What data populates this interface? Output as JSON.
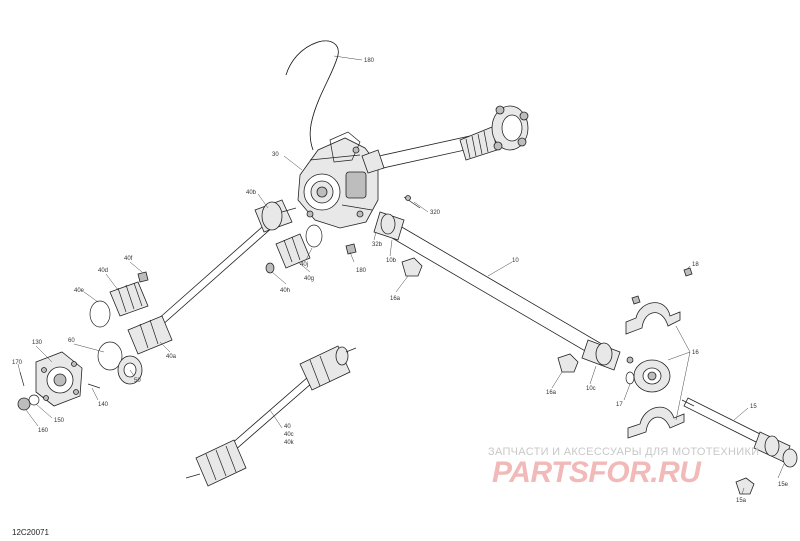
{
  "diagram": {
    "reference_code": "12C20071",
    "callouts": [
      "180",
      "30",
      "40b",
      "320",
      "32b",
      "10b",
      "10",
      "180",
      "16a",
      "18",
      "40f",
      "40d",
      "40e",
      "40j",
      "40h",
      "40g",
      "40a",
      "60",
      "130",
      "170",
      "50",
      "140",
      "150",
      "160",
      "40",
      "40c",
      "40k",
      "16a",
      "10c",
      "16",
      "17",
      "15",
      "15e",
      "15a"
    ]
  },
  "watermark": {
    "tagline": "ЗАПЧАСТИ И АКСЕССУАРЫ ДЛЯ МОТОТЕХНИКИ",
    "logo": "PARTSFOR.RU"
  }
}
